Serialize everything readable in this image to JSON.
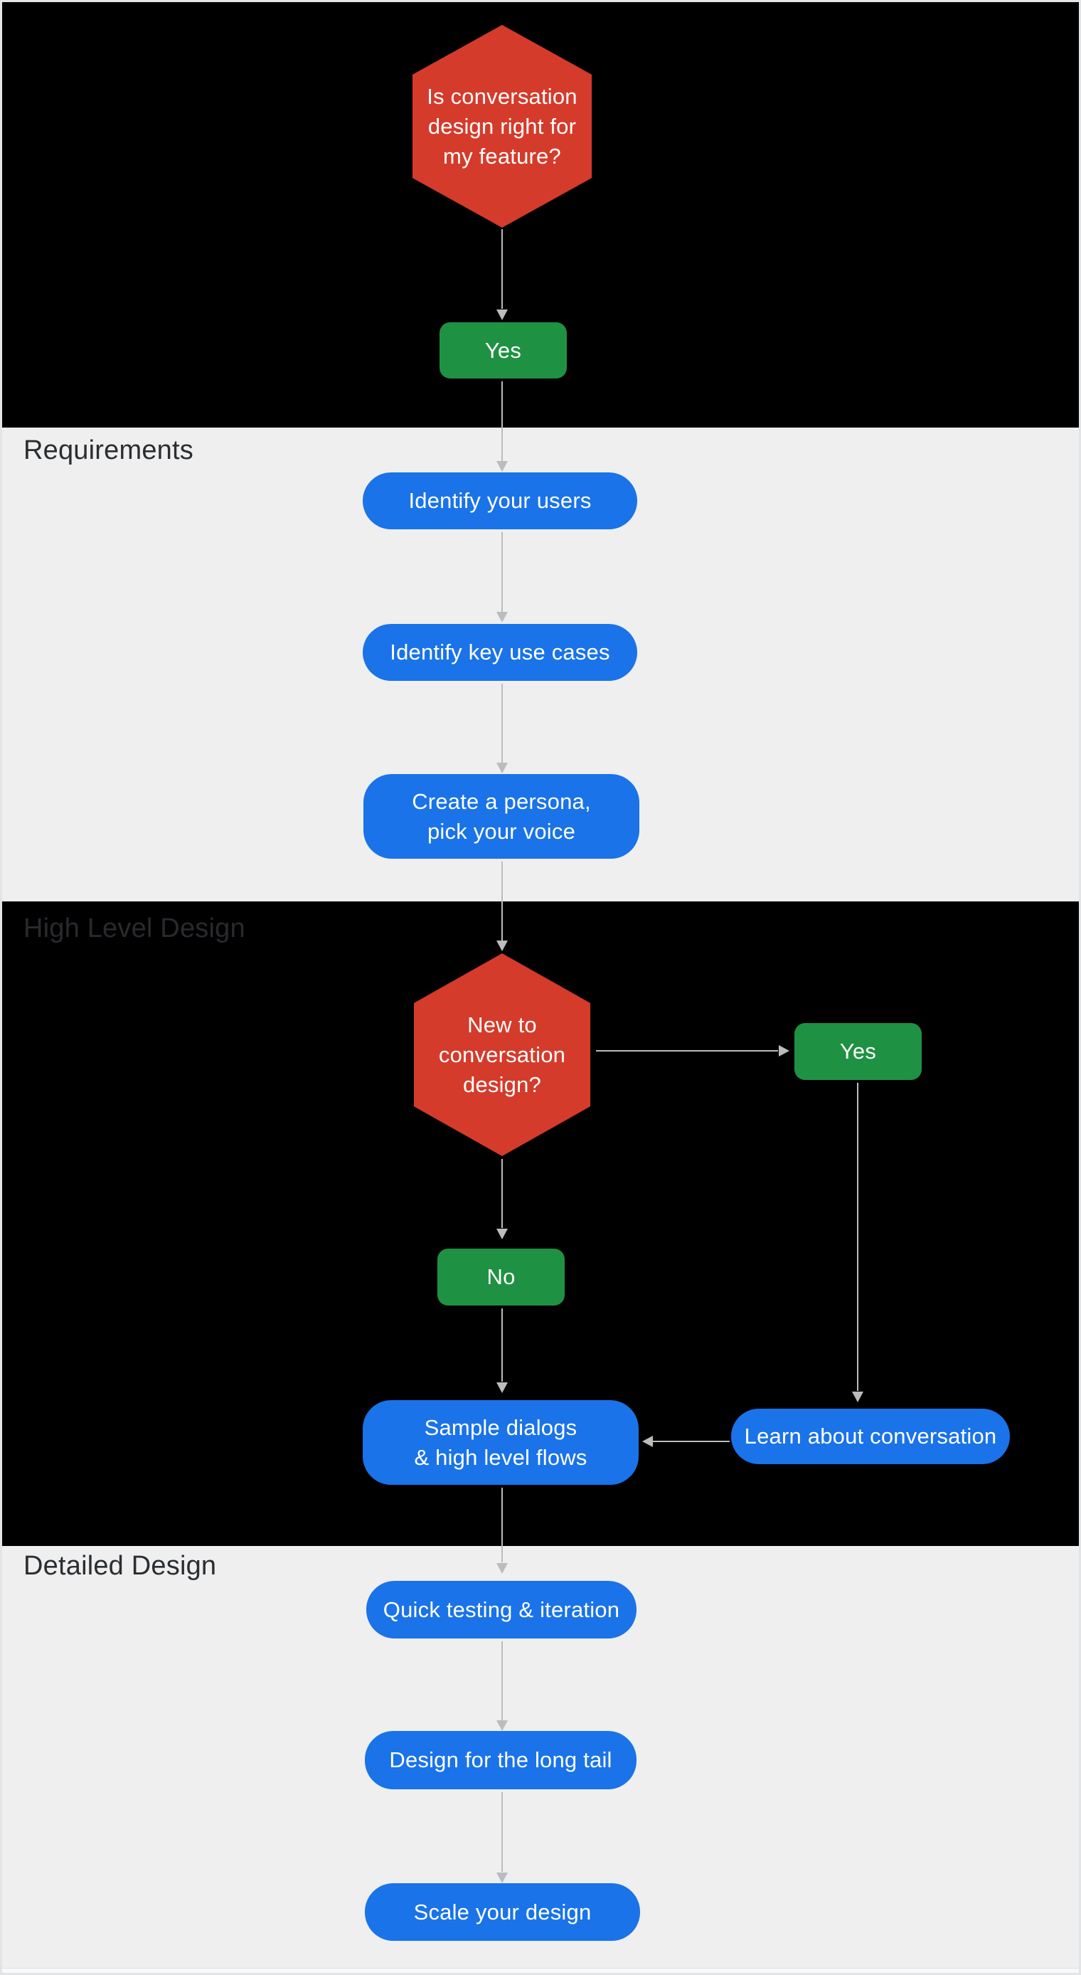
{
  "colors": {
    "decision_red": "#d53b2b",
    "answer_green": "#1f9142",
    "step_blue": "#1a73e8",
    "dark_section_bg": "#000000",
    "light_section_bg": "#efefef",
    "arrow_gray": "#babcbe",
    "label_on_light": "#2a2d31",
    "label_on_dark": "#282a2e",
    "node_text": "#ffffff"
  },
  "sections": {
    "requirements": {
      "label": "Requirements"
    },
    "high_level_design": {
      "label": "High Level Design"
    },
    "detailed_design": {
      "label": "Detailed Design"
    }
  },
  "nodes": {
    "decision_fit": {
      "line1": "Is conversation",
      "line2": "design right for",
      "line3": "my feature?"
    },
    "answer_fit_yes": {
      "label": "Yes"
    },
    "identify_users": {
      "label": "Identify your users"
    },
    "identify_use_cases": {
      "label": "Identify key use cases"
    },
    "create_persona": {
      "line1": "Create a persona,",
      "line2": "pick your voice"
    },
    "decision_new": {
      "line1": "New to",
      "line2": "conversation",
      "line3": "design?"
    },
    "answer_new_yes": {
      "label": "Yes"
    },
    "answer_new_no": {
      "label": "No"
    },
    "learn_conversation": {
      "label": "Learn about conversation"
    },
    "sample_dialogs": {
      "line1": "Sample dialogs",
      "line2": "& high level flows"
    },
    "quick_testing": {
      "label": "Quick testing & iteration"
    },
    "design_long_tail": {
      "label": "Design for the long tail"
    },
    "scale_design": {
      "label": "Scale your design"
    }
  }
}
